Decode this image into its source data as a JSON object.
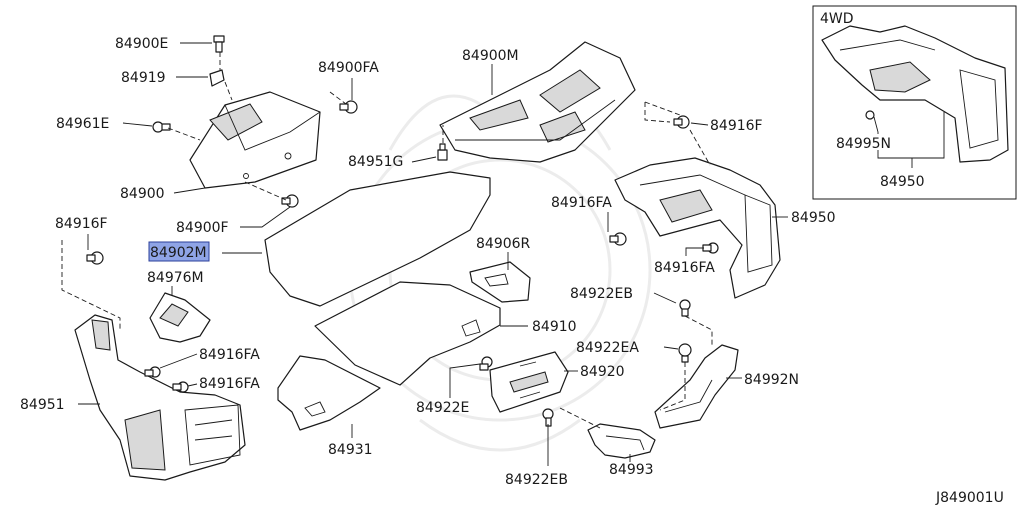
{
  "diagram": {
    "inset_title": "4WD",
    "figure_id": "J849001U",
    "highlight_color": "#8fa4e6",
    "labels": {
      "l84900E": "84900E",
      "l84919": "84919",
      "l84961E": "84961E",
      "l84900": "84900",
      "l84900F": "84900F",
      "l84900FA": "84900FA",
      "l84900M": "84900M",
      "l84951G": "84951G",
      "l84916F_a": "84916F",
      "l84916F_b": "84916F",
      "l84902M": "84902M",
      "l84976M": "84976M",
      "l84916FA_a": "84916FA",
      "l84916FA_b": "84916FA",
      "l84916FA_c": "84916FA",
      "l84916FA_d": "84916FA",
      "l84951": "84951",
      "l84931": "84931",
      "l84906R": "84906R",
      "l84910": "84910",
      "l84920": "84920",
      "l84922E": "84922E",
      "l84922EA": "84922EA",
      "l84922EB_a": "84922EB",
      "l84922EB_b": "84922EB",
      "l84993": "84993",
      "l84992N": "84992N",
      "l84950": "84950",
      "l84995N": "84995N",
      "l84950_inset": "84950"
    }
  }
}
